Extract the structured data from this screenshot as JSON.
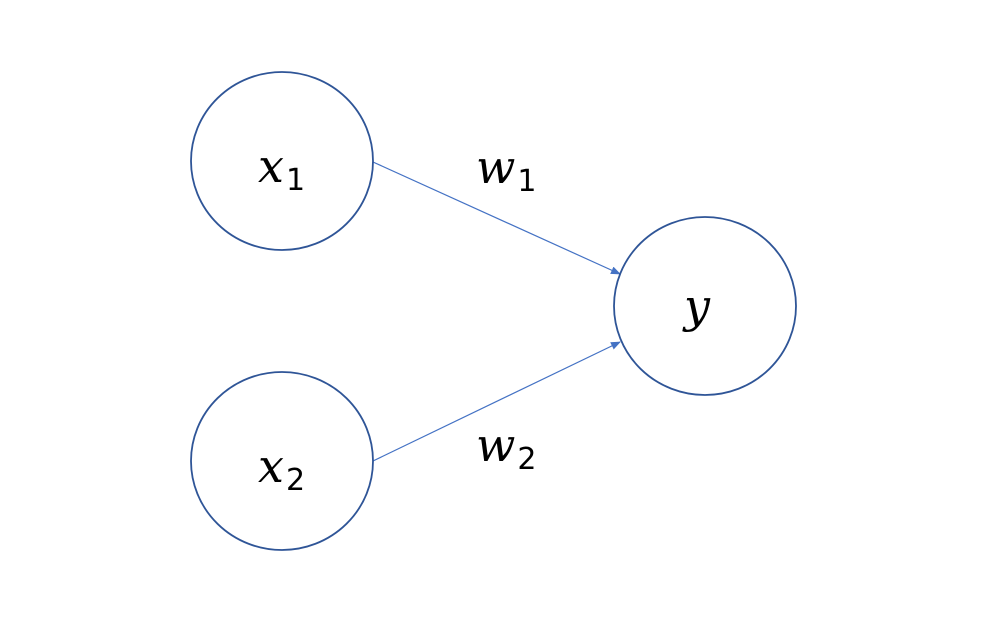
{
  "diagram": {
    "nodes": {
      "x1": {
        "symbol": "x",
        "subscript": "1"
      },
      "x2": {
        "symbol": "x",
        "subscript": "2"
      },
      "y": {
        "symbol": "y"
      }
    },
    "weights": {
      "w1": {
        "symbol": "w",
        "subscript": "1"
      },
      "w2": {
        "symbol": "w",
        "subscript": "2"
      }
    },
    "colors": {
      "node_stroke": "#2f5597",
      "edge_stroke": "#4472c4",
      "text": "#000000",
      "background": "#ffffff"
    }
  }
}
